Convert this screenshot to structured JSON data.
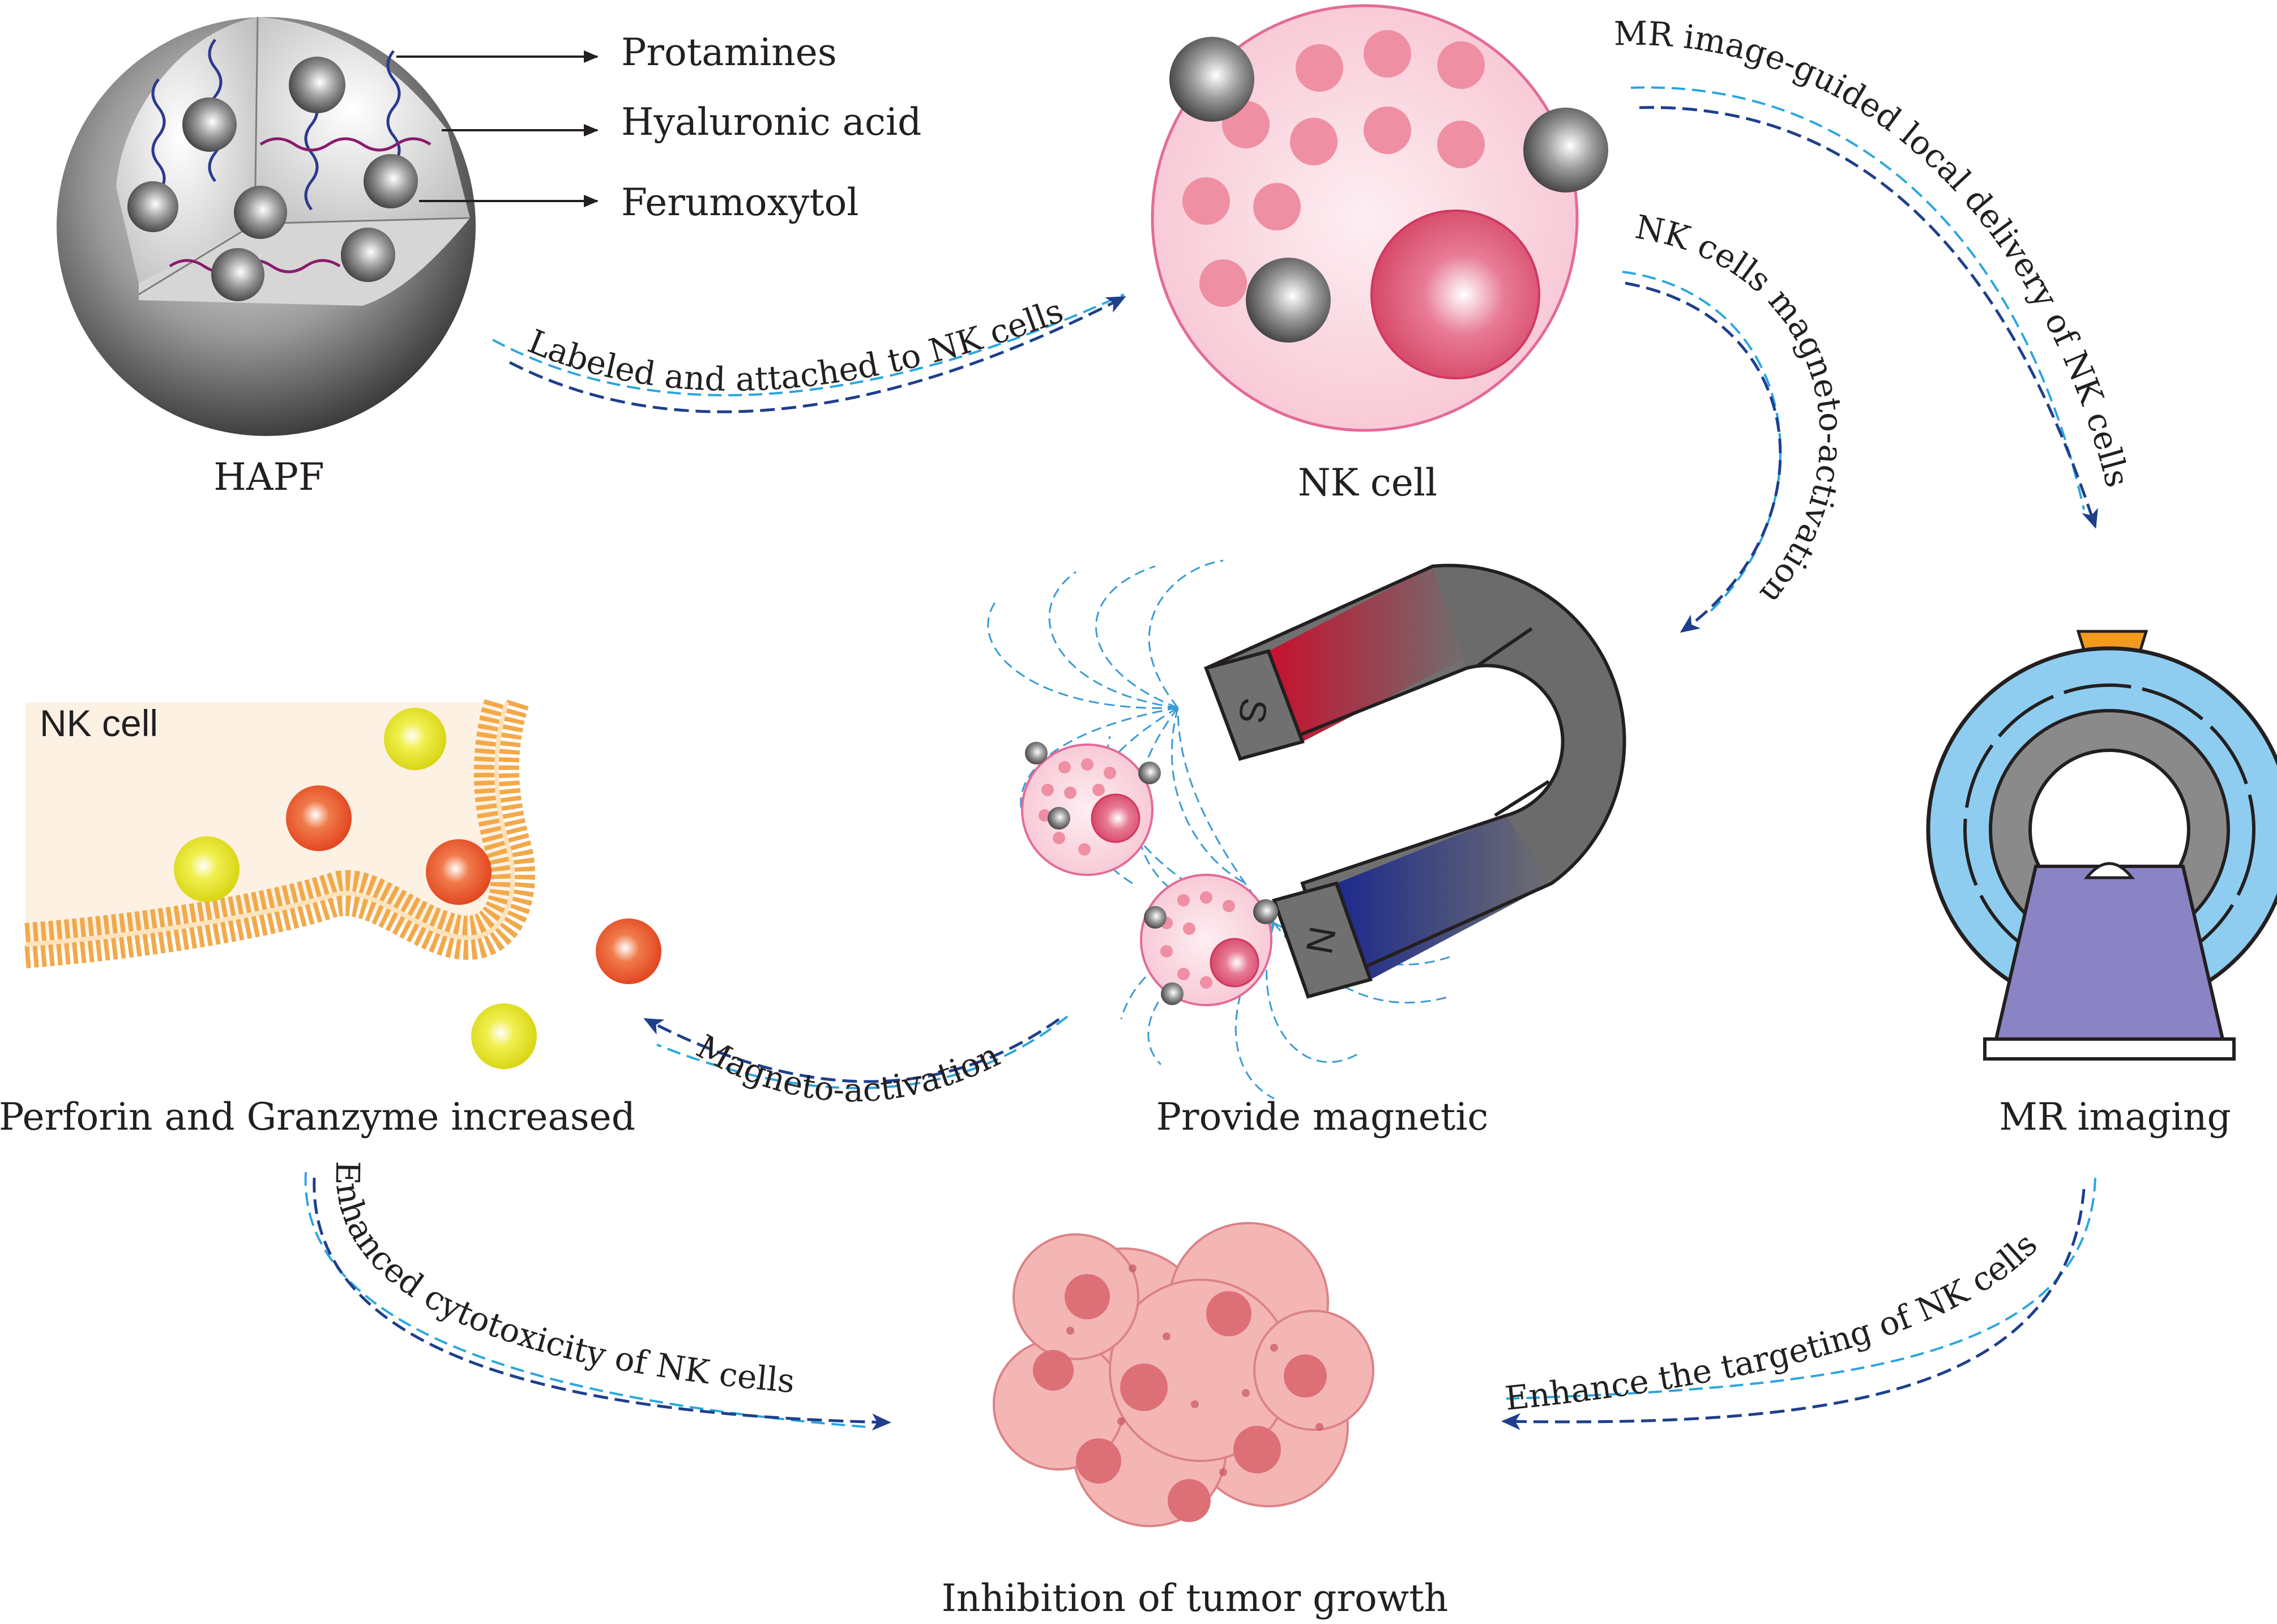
{
  "hapf": {
    "title": "HAPF",
    "legend": [
      "Protamines",
      "Hyaluronic acid",
      "Ferumoxytol"
    ]
  },
  "nk_cell": {
    "title": "NK cell"
  },
  "magnet": {
    "title": "Provide magnetic",
    "south_label": "S",
    "north_label": "N"
  },
  "membrane": {
    "inner_label": "NK cell",
    "title": "Perforin and Granzyme increased"
  },
  "mri": {
    "title": "MR imaging"
  },
  "tumor": {
    "title": "Inhibition of tumor growth"
  },
  "arrows": {
    "labeled": "Labeled and attached to NK cells",
    "mr_delivery": "MR image-guided local delivery of NK cells",
    "magneto_activation_nk": "NK cells magneto-activation",
    "magneto_activation": "Magneto-activation",
    "cytotoxicity": "Enhanced cytotoxicity of NK cells",
    "targeting": "Enhance the targeting of NK cells"
  },
  "colors": {
    "arrow_dark": "#1e3f8c",
    "arrow_light": "#2ba6de",
    "cell_pink": "#f7c9d6",
    "magnet_red": "#c8102e",
    "magnet_blue": "#1d2a8c",
    "mri_blue": "#8ecdf0",
    "mri_purple": "#8a84c4",
    "mri_orange": "#f39a1e"
  }
}
